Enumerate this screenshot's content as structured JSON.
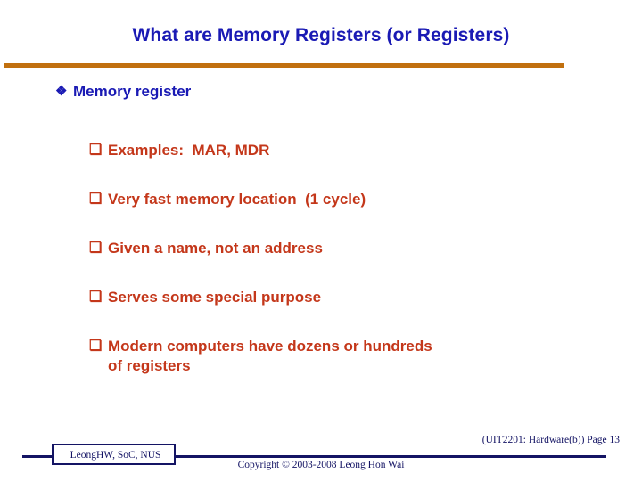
{
  "slide": {
    "title": "What are Memory Registers (or Registers)",
    "title_color": "#1a1ab4",
    "rule_color": "#c1700f",
    "accent_red": "#c4371a",
    "footer_navy": "#141464"
  },
  "content": {
    "level1": {
      "bullet_glyph": "❖",
      "text": "Memory register"
    },
    "level2_bullet_glyph": "❏",
    "level2_items": [
      {
        "text": "Examples:  MAR, MDR"
      },
      {
        "text": "Very fast memory location  (1 cycle)"
      },
      {
        "text": "Given a name, not an address"
      },
      {
        "text": "Serves some special purpose"
      },
      {
        "text": "Modern computers have dozens or hundreds\nof registers"
      }
    ]
  },
  "footer": {
    "page_label": "(UIT2201: Hardware(b)) Page 13",
    "author_box": "LeongHW, SoC, NUS",
    "copyright": "Copyright © 2003-2008 Leong Hon Wai"
  }
}
